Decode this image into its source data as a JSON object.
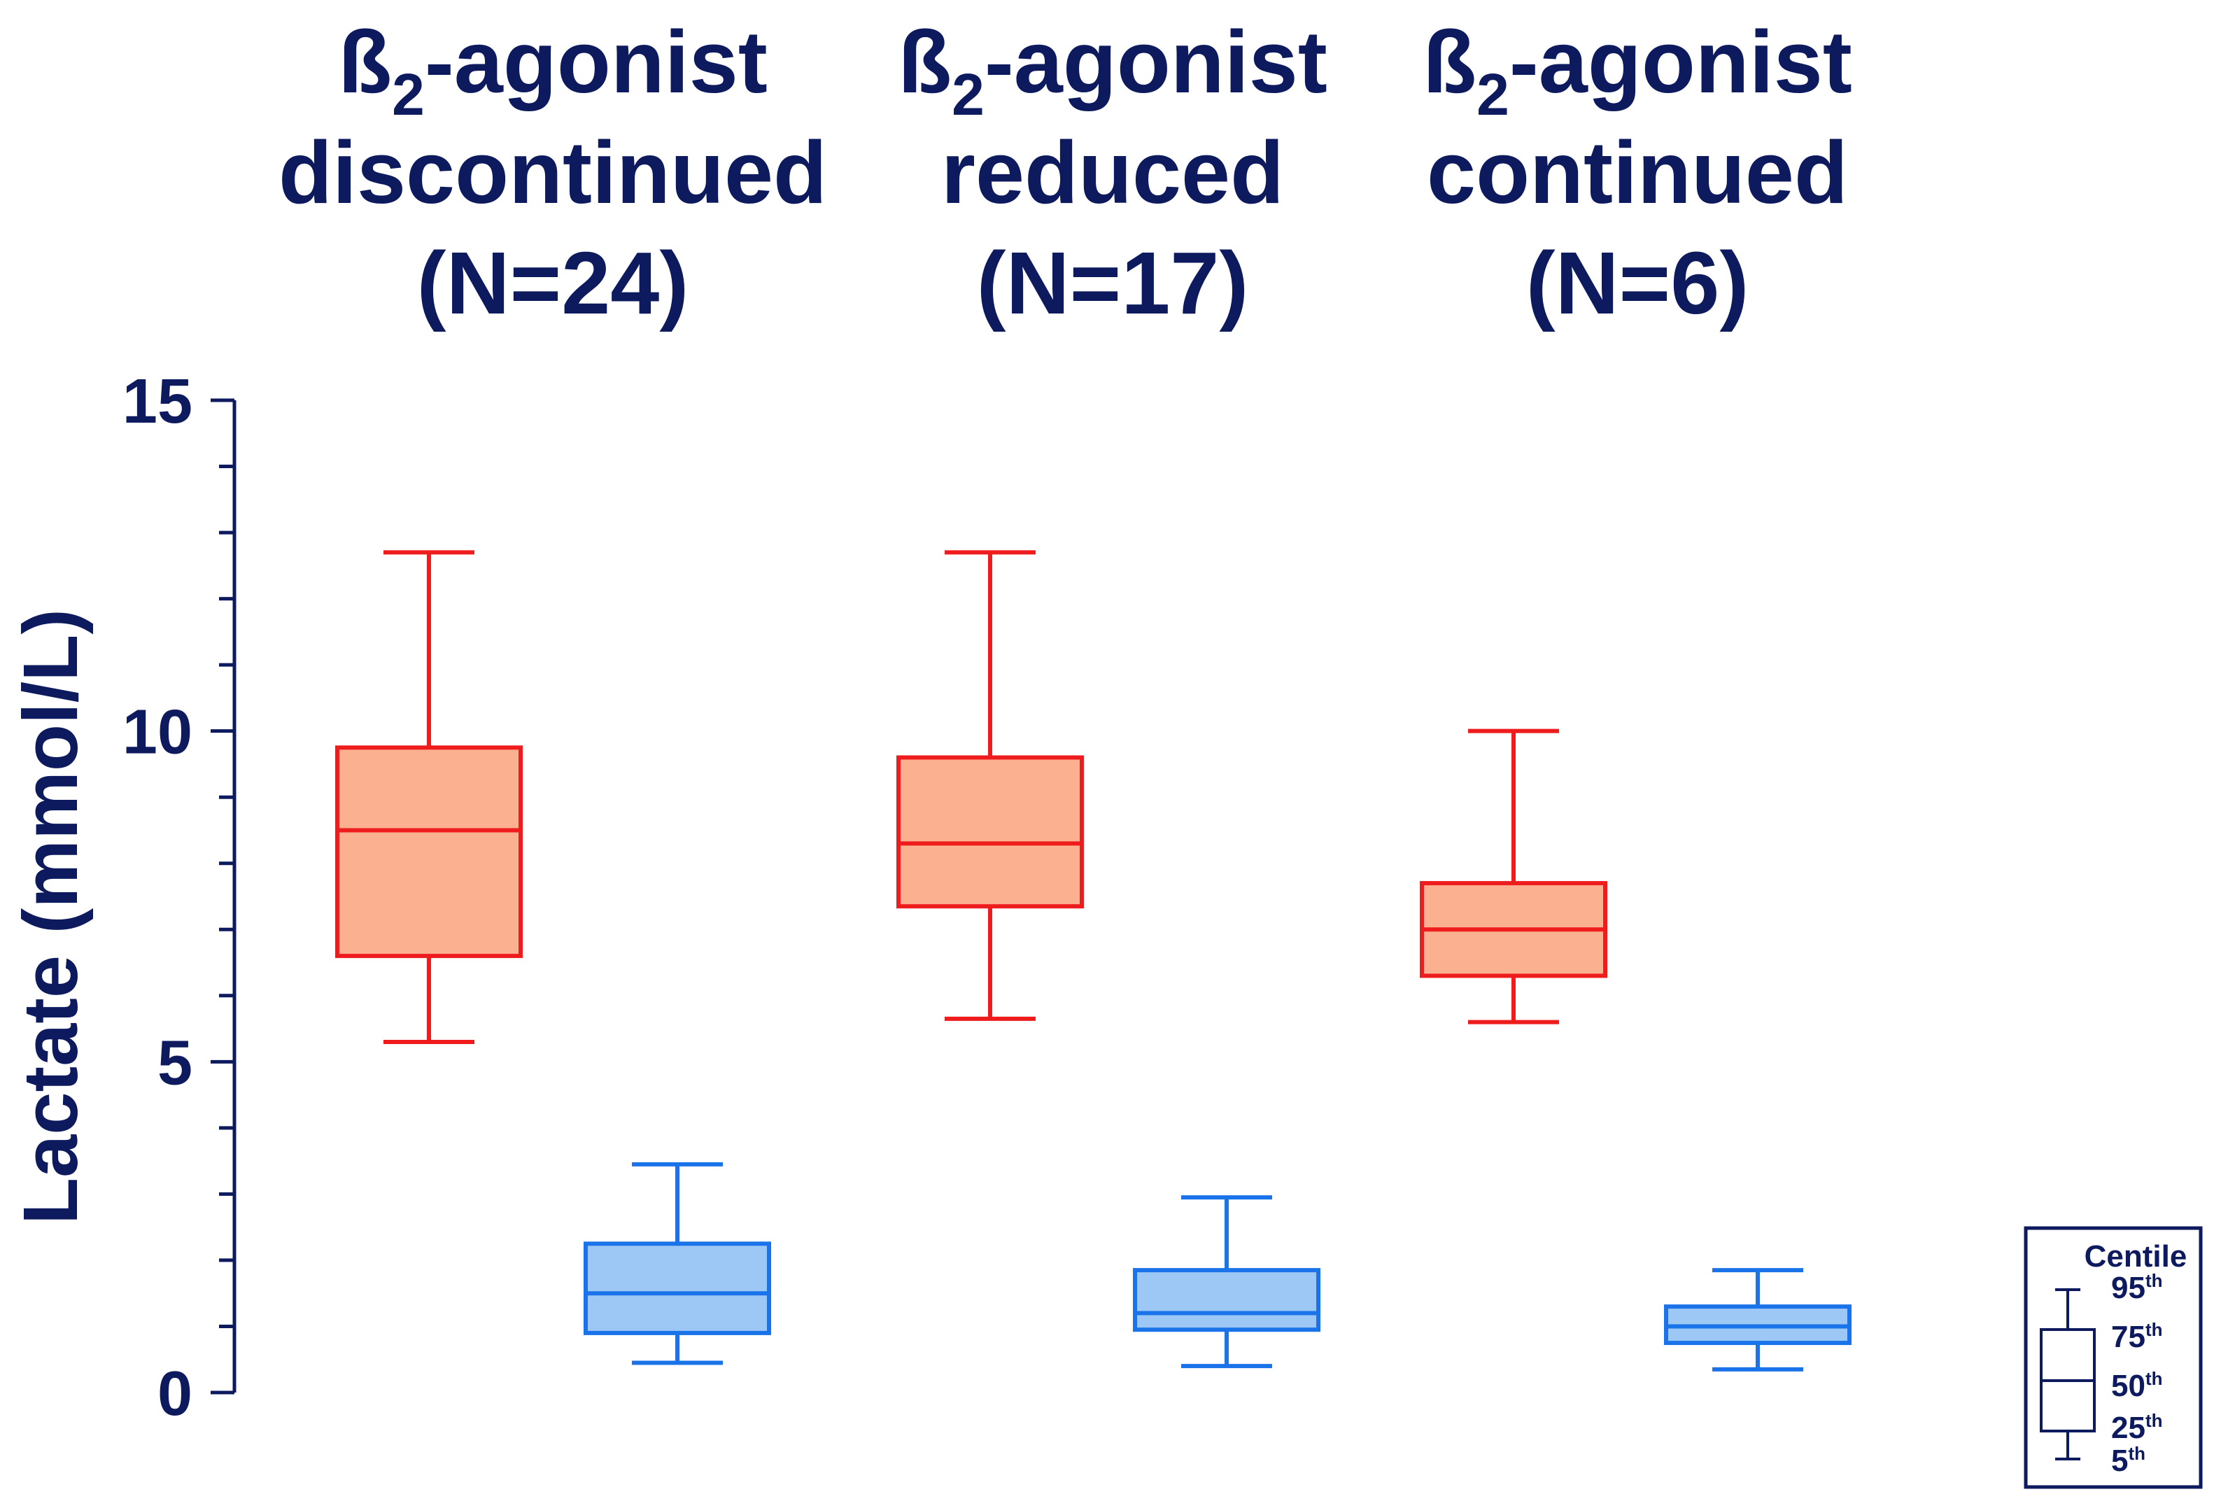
{
  "colors": {
    "text": "#0d1b5e",
    "axis": "#0d1b5e",
    "red_stroke": "#ee1c1c",
    "red_fill": "#fbb190",
    "blue_stroke": "#1a73e8",
    "blue_fill": "#9dc8f5"
  },
  "groups": [
    {
      "line1": "ß",
      "line1_sub": "2",
      "line1_rest": "-agonist",
      "line2": "discontinued",
      "line3": "(N=24)"
    },
    {
      "line1": "ß",
      "line1_sub": "2",
      "line1_rest": "-agonist",
      "line2": "reduced",
      "line3": "(N=17)"
    },
    {
      "line1": "ß",
      "line1_sub": "2",
      "line1_rest": "-agonist",
      "line2": "continued",
      "line3": "(N=6)"
    }
  ],
  "legend": {
    "title": "Centile",
    "labels": [
      {
        "main": "95",
        "sup": "th"
      },
      {
        "main": "75",
        "sup": "th"
      },
      {
        "main": "50",
        "sup": "th"
      },
      {
        "main": "25",
        "sup": "th"
      },
      {
        "main": "5",
        "sup": "th"
      }
    ]
  },
  "chart_data": {
    "type": "box",
    "ylabel": "Lactate (mmol/L)",
    "ylim": [
      0,
      15
    ],
    "yticks_major": [
      0,
      5,
      10,
      15
    ],
    "yticks_minor_step": 1,
    "categories": [
      "ß2-agonist discontinued (N=24)",
      "ß2-agonist reduced (N=17)",
      "ß2-agonist continued (N=6)"
    ],
    "series": [
      {
        "color": "red",
        "boxes": [
          {
            "p5": 5.3,
            "p25": 6.6,
            "p50": 8.5,
            "p75": 9.75,
            "p95": 12.7
          },
          {
            "p5": 5.65,
            "p25": 7.35,
            "p50": 8.3,
            "p75": 9.6,
            "p95": 12.7
          },
          {
            "p5": 5.6,
            "p25": 6.3,
            "p50": 7.0,
            "p75": 7.7,
            "p95": 10.0
          }
        ]
      },
      {
        "color": "blue",
        "boxes": [
          {
            "p5": 0.45,
            "p25": 0.9,
            "p50": 1.5,
            "p75": 2.25,
            "p95": 3.45
          },
          {
            "p5": 0.4,
            "p25": 0.95,
            "p50": 1.2,
            "p75": 1.85,
            "p95": 2.95
          },
          {
            "p5": 0.35,
            "p25": 0.75,
            "p50": 1.0,
            "p75": 1.3,
            "p95": 1.85
          }
        ]
      }
    ]
  }
}
